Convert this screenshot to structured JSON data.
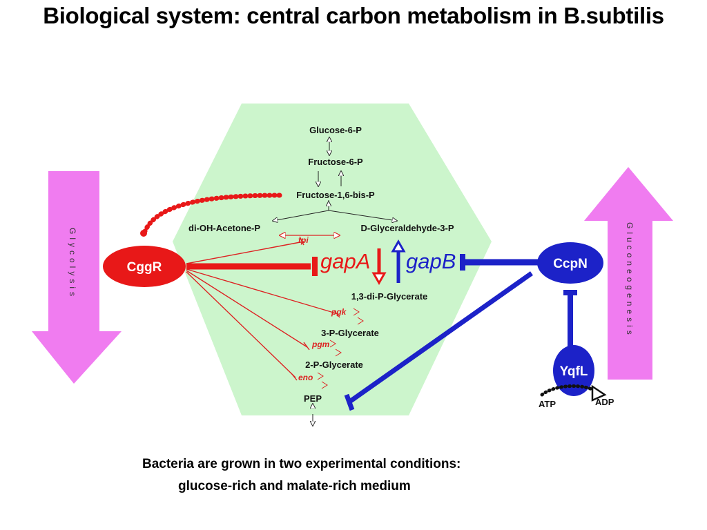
{
  "title": "Biological system: central carbon metabolism in B.subtilis",
  "caption": {
    "line1": "Bacteria are grown in two experimental conditions:",
    "line2": "glucose-rich and malate-rich medium"
  },
  "metabolites": {
    "g6p": "Glucose-6-P",
    "f6p": "Fructose-6-P",
    "fbp": "Fructose-1,6-bis-P",
    "dhap": "di-OH-Acetone-P",
    "gap": "D-Glyceraldehyde-3-P",
    "bpg": "1,3-di-P-Glycerate",
    "pg3": "3-P-Glycerate",
    "pg2": "2-P-Glycerate",
    "pep": "PEP"
  },
  "enzymes": {
    "tpi": "tpi",
    "pgk": "pgk",
    "pgm": "pgm",
    "eno": "eno"
  },
  "genes": {
    "gapA": "gapA",
    "gapB": "gapB"
  },
  "regulators": {
    "cggr": "CggR",
    "ccpn": "CcpN",
    "yqfl": "YqfL"
  },
  "cofactors": {
    "atp": "ATP",
    "adp": "ADP"
  },
  "pathways": {
    "glycolysis": "Glycolysis",
    "gluconeogenesis": "Gluconeogenesis"
  },
  "colors": {
    "background_region": "#ccf5cc",
    "pathway_arrow": "#f07cf0",
    "repressor_red": "#e81818",
    "repressor_blue": "#1c22c8",
    "enzyme_red": "#d22222"
  }
}
